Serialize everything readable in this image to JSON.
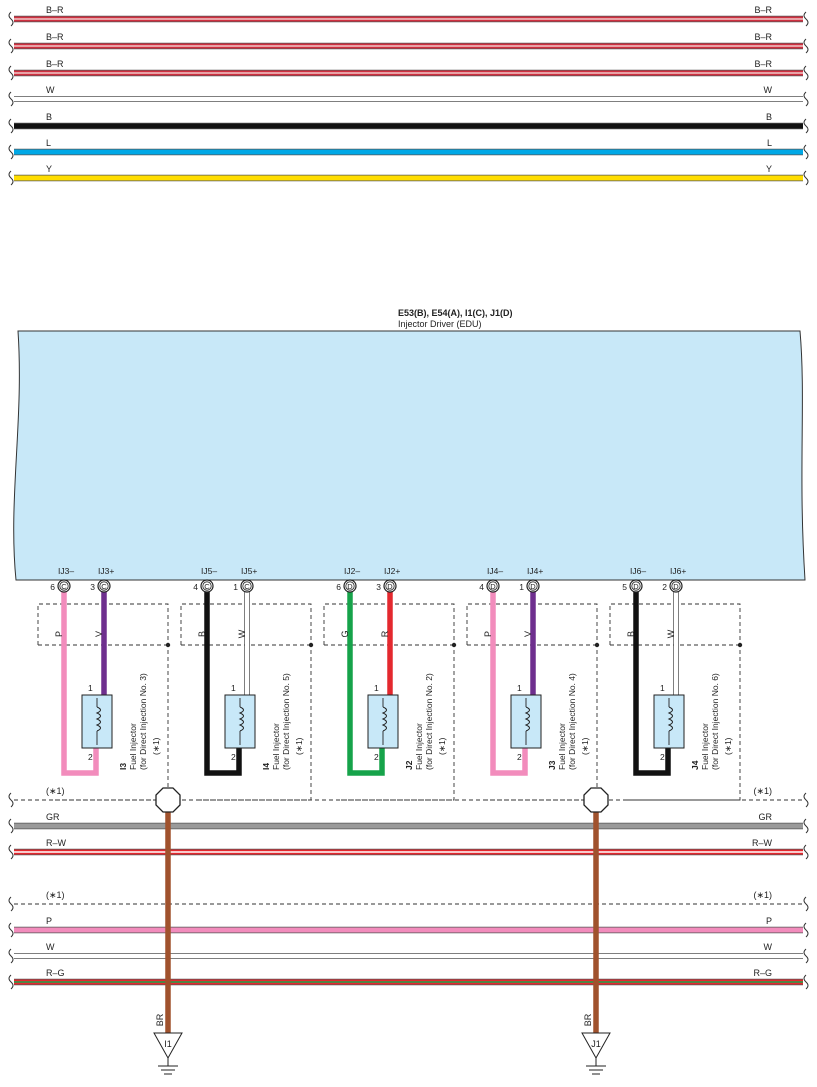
{
  "ecu": {
    "title": "E53(B), E54(A), I1(C), J1(D)",
    "subtitle": "Injector Driver (EDU)",
    "fill": "#c8e8f8"
  },
  "wire_colors": {
    "B-R": {
      "base": "#d03040",
      "stripe": "#f0c8c8"
    },
    "W": {
      "base": "#ffffff",
      "stripe": null
    },
    "B": {
      "base": "#111111",
      "stripe": null
    },
    "L": {
      "base": "#00a8e6",
      "stripe": null
    },
    "Y": {
      "base": "#ffdd00",
      "stripe": null
    },
    "GR": {
      "base": "#9a9a9a",
      "stripe": null
    },
    "R-W": {
      "base": "#e4282e",
      "stripe": "#ffffff"
    },
    "P": {
      "base": "#f28cbc",
      "stripe": null
    },
    "R-G": {
      "base": "#e4282e",
      "stripe": "#1fa34a"
    },
    "V": {
      "base": "#6e2f8e",
      "stripe": null
    },
    "G": {
      "base": "#16a34a",
      "stripe": null
    },
    "R": {
      "base": "#e4282e",
      "stripe": null
    },
    "BR": {
      "base": "#a0522d",
      "stripe": null
    }
  },
  "top_wires": [
    "B–R",
    "B–R",
    "B–R",
    "W",
    "B",
    "L",
    "Y"
  ],
  "top_wire_keys": [
    "B-R",
    "B-R",
    "B-R",
    "W",
    "B",
    "L",
    "Y"
  ],
  "injectors": [
    {
      "id": "I3",
      "name": "Fuel Injector",
      "desc": "(for Direct Injection No. 3)",
      "note": "(∗1)",
      "neg": {
        "pin": "6",
        "conn": "C",
        "label": "IJ3–",
        "wire": "P",
        "key": "P"
      },
      "pos": {
        "pin": "3",
        "conn": "C",
        "label": "IJ3+",
        "wire": "V",
        "key": "V"
      }
    },
    {
      "id": "I4",
      "name": "Fuel Injector",
      "desc": "(for Direct Injection No. 5)",
      "note": "(∗1)",
      "neg": {
        "pin": "4",
        "conn": "C",
        "label": "IJ5–",
        "wire": "B",
        "key": "B"
      },
      "pos": {
        "pin": "1",
        "conn": "C",
        "label": "IJ5+",
        "wire": "W",
        "key": "W"
      }
    },
    {
      "id": "J2",
      "name": "Fuel Injector",
      "desc": "(for Direct Injection No. 2)",
      "note": "(∗1)",
      "neg": {
        "pin": "6",
        "conn": "D",
        "label": "IJ2–",
        "wire": "G",
        "key": "G"
      },
      "pos": {
        "pin": "3",
        "conn": "D",
        "label": "IJ2+",
        "wire": "R",
        "key": "R"
      }
    },
    {
      "id": "J3",
      "name": "Fuel Injector",
      "desc": "(for Direct Injection No. 4)",
      "note": "(∗1)",
      "neg": {
        "pin": "4",
        "conn": "D",
        "label": "IJ4–",
        "wire": "P",
        "key": "P"
      },
      "pos": {
        "pin": "1",
        "conn": "D",
        "label": "IJ4+",
        "wire": "V",
        "key": "V"
      }
    },
    {
      "id": "J4",
      "name": "Fuel Injector",
      "desc": "(for Direct Injection No. 6)",
      "note": "(∗1)",
      "neg": {
        "pin": "5",
        "conn": "D",
        "label": "IJ6–",
        "wire": "B",
        "key": "B"
      },
      "pos": {
        "pin": "2",
        "conn": "D",
        "label": "IJ6+",
        "wire": "W",
        "key": "W"
      }
    }
  ],
  "coil_pins": {
    "top": "1",
    "bottom": "2"
  },
  "mid_wires": [
    {
      "label": "(∗1)",
      "key": "dashed"
    },
    {
      "label": "GR",
      "key": "GR"
    },
    {
      "label": "R–W",
      "key": "R-W"
    }
  ],
  "low_wires": [
    {
      "label": "(∗1)",
      "key": "dashed"
    },
    {
      "label": "P",
      "key": "P"
    },
    {
      "label": "W",
      "key": "W"
    },
    {
      "label": "R–G",
      "key": "R-G"
    }
  ],
  "grounds": [
    {
      "wire": "BR",
      "key": "BR",
      "id": "I1"
    },
    {
      "wire": "BR",
      "key": "BR",
      "id": "J1"
    }
  ]
}
